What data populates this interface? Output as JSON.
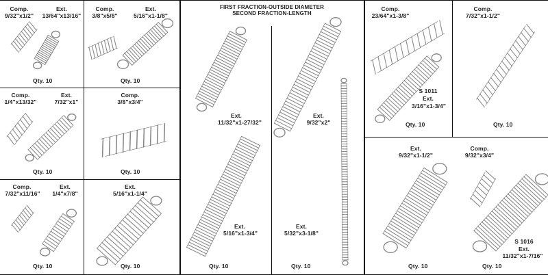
{
  "header": {
    "line1": "FIRST FRACTION-OUTSIDE DIAMETER",
    "line2": "SECOND FRACTION-LENGTH"
  },
  "panels": {
    "p1": {
      "comp_title": "Comp.",
      "comp_size": "9/32\"x1/2\"",
      "ext_title": "Ext.",
      "ext_size": "13/64\"x13/16\"",
      "qty": "Qty. 10"
    },
    "p2": {
      "comp_title": "Comp.",
      "comp_size": "3/8\"x5/8\"",
      "ext_title": "Ext.",
      "ext_size": "5/16\"x1-1/8\"",
      "qty": "Qty. 10"
    },
    "p3": {
      "comp_title": "Comp.",
      "comp_size": "1/4\"x13/32\"",
      "ext_title": "Ext.",
      "ext_size": "7/32\"x1\"",
      "qty": "Qty. 10"
    },
    "p4": {
      "comp_title": "Comp.",
      "comp_size": "3/8\"x3/4\"",
      "qty": "Qty. 10"
    },
    "p5": {
      "comp_title": "Comp.",
      "comp_size": "7/32\"x11/16\"",
      "ext_title": "Ext.",
      "ext_size": "1/4\"x7/8\"",
      "qty": "Qty. 10"
    },
    "p6": {
      "ext_title": "Ext.",
      "ext_size": "5/16\"x1-1/4\"",
      "qty": "Qty. 10"
    },
    "center": {
      "a_title": "Ext.",
      "a_size": "11/32\"x1-27/32\"",
      "b_title": "Ext.",
      "b_size": "9/32\"x2\"",
      "c_title": "Ext.",
      "c_size": "5/16\"x1-3/4\"",
      "d_title": "Ext.",
      "d_size": "5/32\"x3-1/8\"",
      "qty_left": "Qty. 10",
      "qty_right": "Qty. 10"
    },
    "r1": {
      "comp_title": "Comp.",
      "comp_size": "23/64\"x1-3/8\"",
      "code": "S 1011",
      "ext_title": "Ext.",
      "ext_size": "3/16\"x1-3/4\"",
      "qty": "Qty. 10"
    },
    "r2": {
      "comp_title": "Comp.",
      "comp_size": "7/32\"x1-1/2\"",
      "qty": "Qty. 10"
    },
    "r3": {
      "ext_title": "Ext.",
      "ext_size": "9/32\"x1-1/2\"",
      "qty": "Qty. 10"
    },
    "r4": {
      "comp_title": "Comp.",
      "comp_size": "9/32\"x3/4\"",
      "code": "S 1016",
      "ext_title": "Ext.",
      "ext_size": "11/32\"x1-7/16\"",
      "qty": "Qty. 10"
    }
  },
  "colors": {
    "spring_metal": "#8a8a8a",
    "divider": "#111111"
  }
}
